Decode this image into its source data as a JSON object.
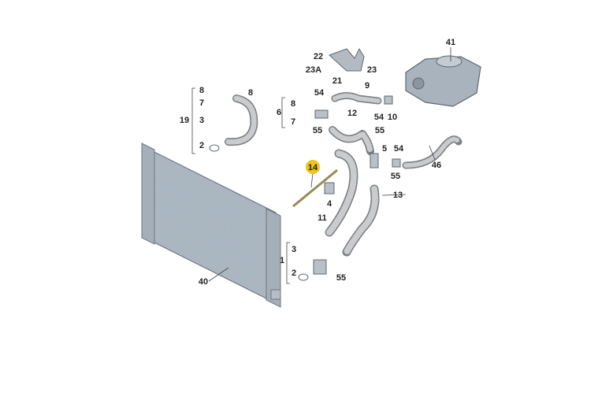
{
  "diagram": {
    "title": "Cooling system parts diagram",
    "highlight_color": "#f2c418",
    "labels": [
      "41",
      "22",
      "23A",
      "23",
      "21",
      "9",
      "54",
      "8",
      "6",
      "7",
      "12",
      "54",
      "10",
      "55",
      "55",
      "5",
      "54",
      "46",
      "55",
      "14",
      "4",
      "13",
      "11",
      "8",
      "8",
      "7",
      "19",
      "3",
      "2",
      "3",
      "1",
      "2",
      "55",
      "40"
    ],
    "highlighted_label": "14"
  }
}
